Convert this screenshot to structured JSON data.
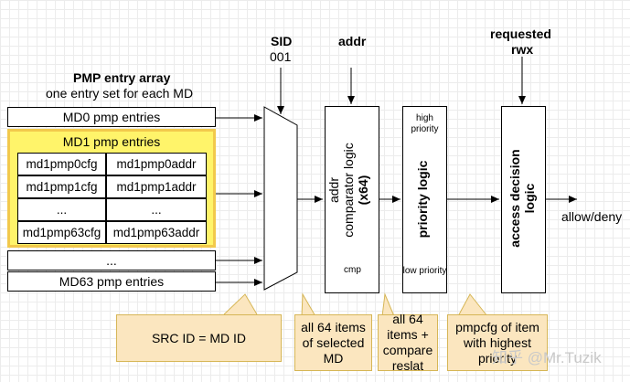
{
  "array": {
    "title": "PMP entry array",
    "subtitle": "one entry set for each MD",
    "md0": "MD0 pmp entries",
    "md1": "MD1 pmp entries",
    "cells": [
      [
        "md1pmp0cfg",
        "md1pmp0addr"
      ],
      [
        "md1pmp1cfg",
        "md1pmp1addr"
      ],
      [
        "...",
        "..."
      ],
      [
        "md1pmp63cfg",
        "md1pmp63addr"
      ]
    ],
    "dots": "...",
    "md63": "MD63 pmp entries"
  },
  "sid": {
    "label": "SID",
    "value": "001"
  },
  "addr": {
    "label": "addr"
  },
  "requested": {
    "line1": "requested",
    "line2": "rwx"
  },
  "comparator": {
    "line1": "addr",
    "line2": "comparator logic",
    "line3": "(x64)",
    "cloud": "cmp"
  },
  "priority": {
    "high": "high priority",
    "label": "priority logic",
    "low": "low priority"
  },
  "access": {
    "label": "access decision logic"
  },
  "output": {
    "label": "allow/deny"
  },
  "notes": {
    "src": "SRC ID = MD ID",
    "selected": "all 64 items of selected MD",
    "compare": "all 64 items + compare reslat",
    "pmpcfg": "pmpcfg of item with highest priority"
  },
  "watermark": "知乎 @Mr.Tuzik",
  "colors": {
    "md1_fill": "#fff46a",
    "md1_border": "#f2c94c",
    "note_fill": "#fbe6bf",
    "note_border": "#d6b656"
  }
}
